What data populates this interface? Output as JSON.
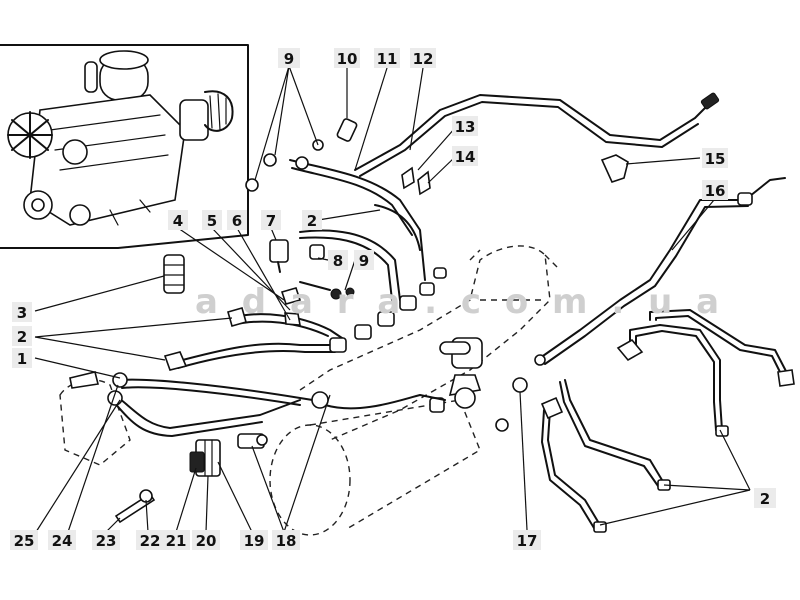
{
  "watermark": "a d a r a . c o m . u a",
  "callouts": [
    {
      "id": "c9a",
      "text": "9"
    },
    {
      "id": "c10",
      "text": "10"
    },
    {
      "id": "c11",
      "text": "11"
    },
    {
      "id": "c12",
      "text": "12"
    },
    {
      "id": "c13",
      "text": "13"
    },
    {
      "id": "c14",
      "text": "14"
    },
    {
      "id": "c15",
      "text": "15"
    },
    {
      "id": "c16",
      "text": "16"
    },
    {
      "id": "c4",
      "text": "4"
    },
    {
      "id": "c5",
      "text": "5"
    },
    {
      "id": "c6",
      "text": "6"
    },
    {
      "id": "c7",
      "text": "7"
    },
    {
      "id": "c2a",
      "text": "2"
    },
    {
      "id": "c8",
      "text": "8"
    },
    {
      "id": "c9b",
      "text": "9"
    },
    {
      "id": "c3",
      "text": "3"
    },
    {
      "id": "c2b",
      "text": "2"
    },
    {
      "id": "c1",
      "text": "1"
    },
    {
      "id": "c2c",
      "text": "2"
    },
    {
      "id": "c25",
      "text": "25"
    },
    {
      "id": "c24",
      "text": "24"
    },
    {
      "id": "c23",
      "text": "23"
    },
    {
      "id": "c22",
      "text": "22"
    },
    {
      "id": "c21",
      "text": "21"
    },
    {
      "id": "c20",
      "text": "20"
    },
    {
      "id": "c19",
      "text": "19"
    },
    {
      "id": "c18",
      "text": "18"
    },
    {
      "id": "c17",
      "text": "17"
    }
  ]
}
